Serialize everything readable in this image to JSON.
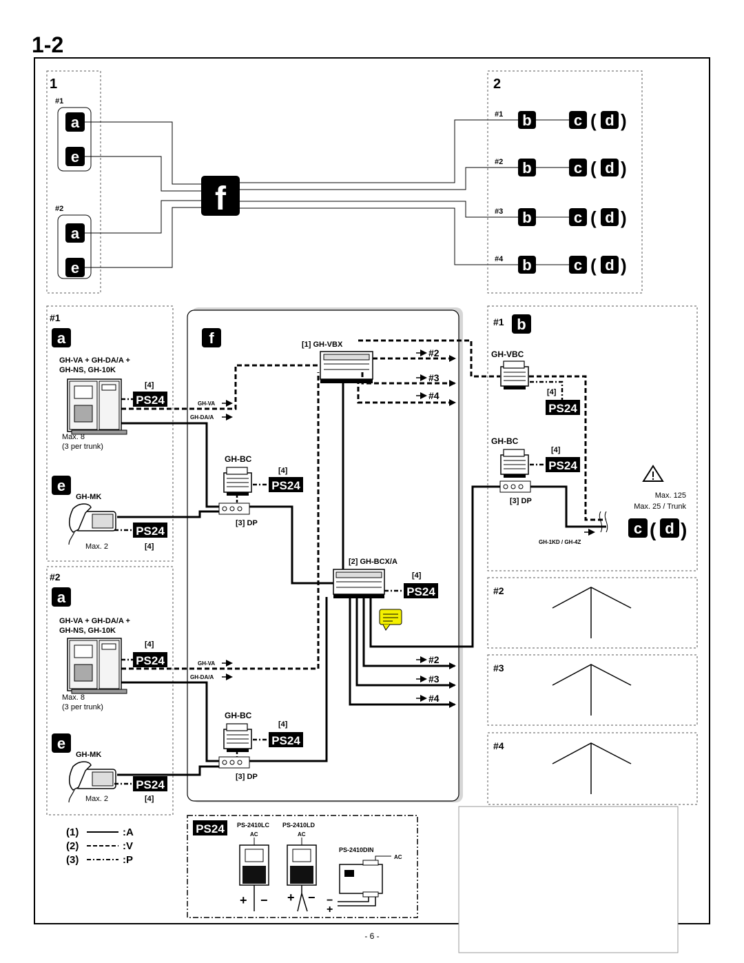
{
  "page": {
    "section_title": "1-2",
    "page_number": "- 6 -"
  },
  "overview": {
    "zone1_label": "1",
    "zone2_label": "2",
    "group1": "#1",
    "group2": "#2",
    "trunk_labels": [
      "#1",
      "#2",
      "#3",
      "#4"
    ],
    "letters": {
      "a": "a",
      "b": "b",
      "c": "c",
      "d": "d",
      "e": "e",
      "f": "f"
    },
    "paren_open": "(",
    "paren_close": ")"
  },
  "station_groups": [
    {
      "label": "#1",
      "a_models": [
        "GH-VA + GH-DA/A +",
        "GH-NS, GH-10K"
      ],
      "a_qty": "Max. 8",
      "a_qty_note": "(3 per trunk)",
      "e_model": "GH-MK",
      "e_qty": "Max. 2",
      "ps_ref": "[4]",
      "ps_ref2": "[4]"
    },
    {
      "label": "#2",
      "a_models": [
        "GH-VA + GH-DA/A +",
        "GH-NS, GH-10K"
      ],
      "a_qty": "Max. 8",
      "a_qty_note": "(3 per trunk)",
      "e_model": "GH-MK",
      "e_qty": "Max. 2",
      "ps_ref": "[4]",
      "ps_ref2": "[4]"
    }
  ],
  "control": {
    "vbx_label": "[1] GH-VBX",
    "bcx_label": "[2] GH-BCX/A",
    "bc_label": "GH-BC",
    "dp_label": "[3] DP",
    "ref4": "[4]",
    "vbx_outputs": [
      "#2",
      "#3",
      "#4"
    ],
    "bcx_outputs": [
      "#2",
      "#3",
      "#4"
    ],
    "sig_va": "GH-VA",
    "sig_da": "GH-DA/A"
  },
  "trunk": {
    "label": "#1",
    "vbc_label": "GH-VBC",
    "bc_label": "GH-BC",
    "dp_label": "[3] DP",
    "ref4": "[4]",
    "max_total": "Max. 125",
    "max_trunk": "Max. 25 / Trunk",
    "handset_models": "GH-1KD / GH-4Z",
    "other_trunks": [
      "#2",
      "#3",
      "#4"
    ]
  },
  "ps24": {
    "badge": "PS24",
    "models": [
      "PS-2410LC",
      "PS-2410LD",
      "PS-2410DIN"
    ],
    "ac": "AC",
    "plus": "+",
    "minus": "−"
  },
  "legend": [
    {
      "num": "(1)",
      "code": ":A",
      "style": "solid"
    },
    {
      "num": "(2)",
      "code": ":V",
      "style": "dashed"
    },
    {
      "num": "(3)",
      "code": ":P",
      "style": "dashdot"
    }
  ]
}
